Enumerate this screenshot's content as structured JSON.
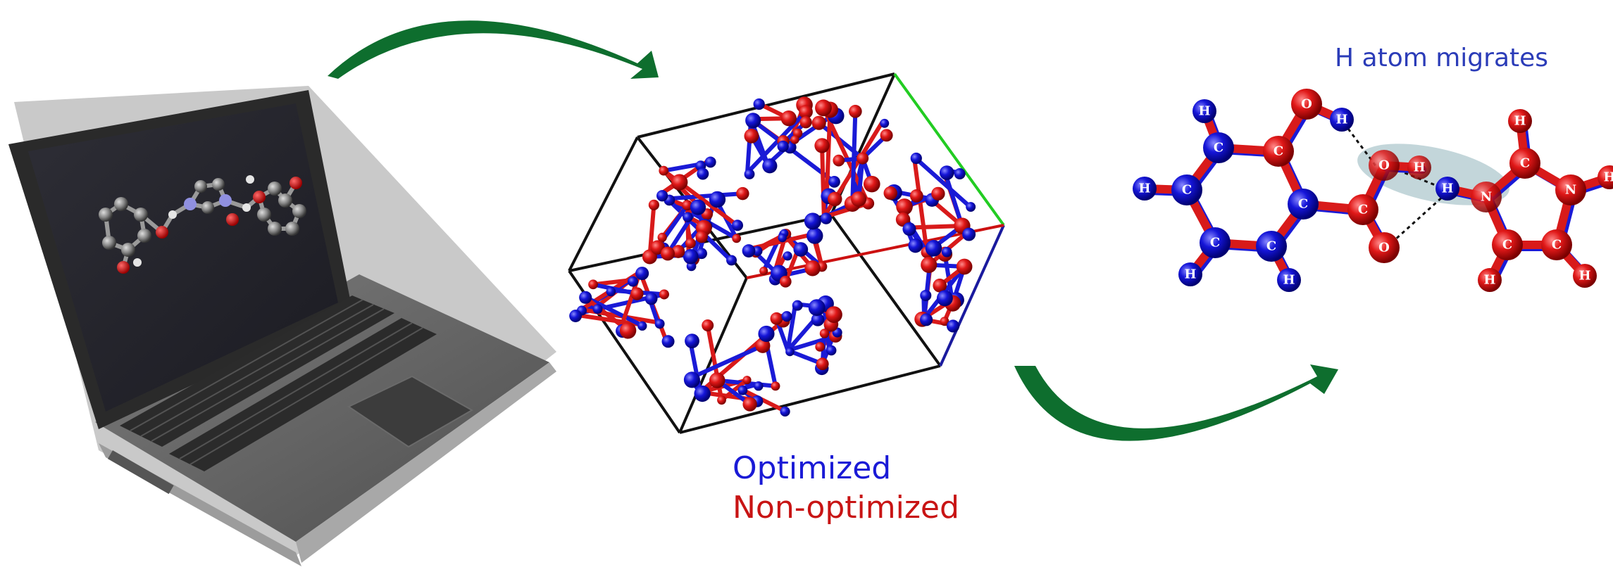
{
  "labels": {
    "migration_note": "H atom migrates",
    "legend_optimized": "Optimized",
    "legend_non_optimized": "Non-optimized"
  },
  "colors": {
    "optimized": "#1a1ad6",
    "non_optimized": "#d81a1a",
    "arrow": "#0e6e2e",
    "cell_edge": "#111111",
    "cell_axis_b": "#22cc22",
    "cell_axis_c": "#1a1a9e",
    "highlight": "#b9cfd3"
  },
  "icons": {
    "laptop": "laptop-icon",
    "arrow_top": "curved-arrow-icon",
    "arrow_bottom": "curved-arrow-icon"
  },
  "molecule": {
    "atoms": [
      {
        "id": "h1",
        "el": "H"
      },
      {
        "id": "c1",
        "el": "C"
      },
      {
        "id": "c2",
        "el": "C"
      },
      {
        "id": "h2",
        "el": "H"
      },
      {
        "id": "c3",
        "el": "C"
      },
      {
        "id": "c4",
        "el": "C"
      },
      {
        "id": "c5",
        "el": "C"
      },
      {
        "id": "h3",
        "el": "H"
      },
      {
        "id": "h4",
        "el": "H"
      },
      {
        "id": "c6",
        "el": "C"
      },
      {
        "id": "o1",
        "el": "O"
      },
      {
        "id": "h5",
        "el": "H"
      },
      {
        "id": "c7",
        "el": "C"
      },
      {
        "id": "o2",
        "el": "O"
      },
      {
        "id": "o3",
        "el": "O"
      },
      {
        "id": "h6",
        "el": "H"
      },
      {
        "id": "h7",
        "el": "H"
      },
      {
        "id": "n1",
        "el": "N"
      },
      {
        "id": "c8",
        "el": "C"
      },
      {
        "id": "h8",
        "el": "H"
      },
      {
        "id": "c9",
        "el": "C"
      },
      {
        "id": "n2",
        "el": "N"
      },
      {
        "id": "h9",
        "el": "H"
      },
      {
        "id": "c10",
        "el": "C"
      },
      {
        "id": "h10",
        "el": "H"
      },
      {
        "id": "h11",
        "el": "H"
      }
    ]
  }
}
